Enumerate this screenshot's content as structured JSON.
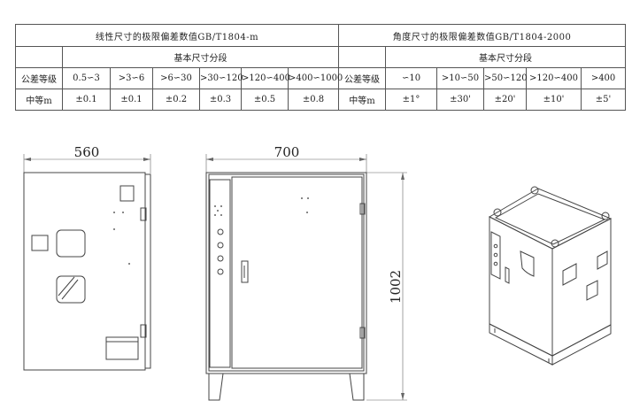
{
  "table": {
    "left_title": "线性尺寸的极限偏差数值GB/T1804-m",
    "right_title": "角度尺寸的极限偏差数值GB/T1804-2000",
    "segment_label": "基本尺寸分段",
    "grade_label": "公差等级",
    "medium_label": "中等m",
    "linear_ranges": [
      "0.5∽3",
      ">3∽6",
      ">6∽30",
      ">30∽120",
      ">120∽400",
      ">400∽1000"
    ],
    "linear_values": [
      "±0.1",
      "±0.1",
      "±0.2",
      "±0.3",
      "±0.5",
      "±0.8"
    ],
    "angle_ranges": [
      "∽10",
      ">10∽50",
      ">50∽120",
      ">120∽400",
      ">400"
    ],
    "angle_values": [
      "±1°",
      "±30'",
      "±20'",
      "±10'",
      "±5'"
    ]
  },
  "dimensions": {
    "side_width": "560",
    "front_width": "700",
    "height": "1002"
  }
}
